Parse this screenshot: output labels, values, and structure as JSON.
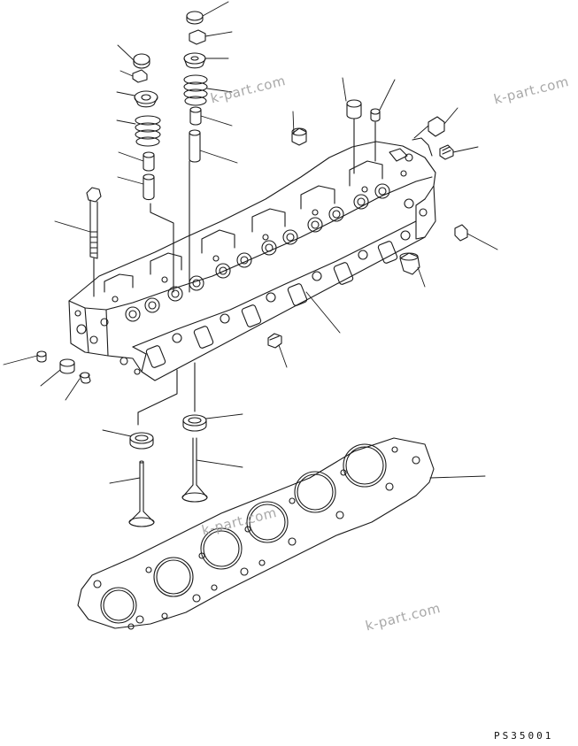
{
  "watermarks": [
    "k-part.com",
    "k-part.com",
    "k-part.com",
    "k-part.com"
  ],
  "drawing_code": "PS35001",
  "colors": {
    "line": "#1a1a1a",
    "watermark": "#a8a8a8",
    "background": "#ffffff"
  }
}
